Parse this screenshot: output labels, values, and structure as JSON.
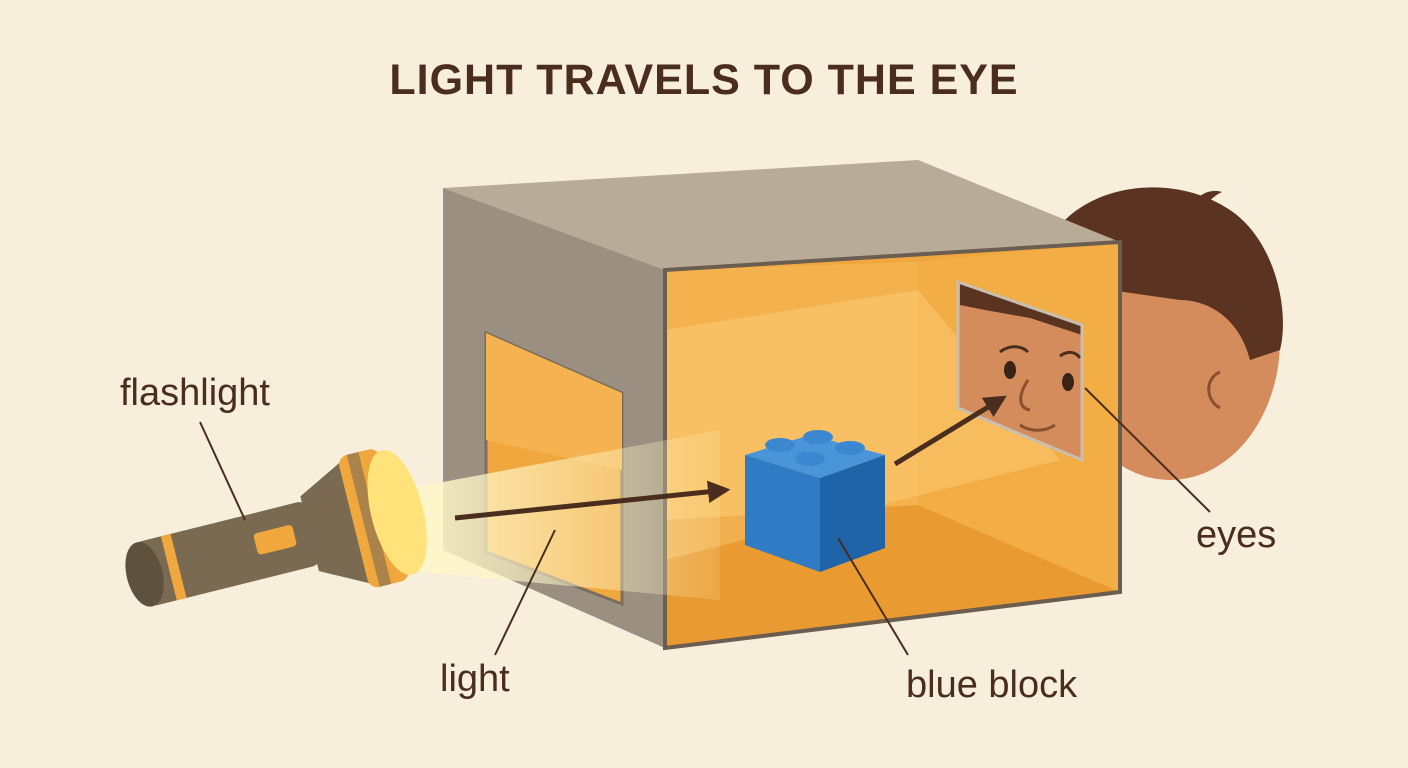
{
  "title": "LIGHT TRAVELS TO THE EYE",
  "labels": {
    "flashlight": "flashlight",
    "light": "light",
    "blue_block": "blue block",
    "eyes": "eyes"
  },
  "colors": {
    "background": "#f7efdc",
    "text": "#4a2d1c",
    "box_gray": "#9a8f80",
    "box_inside": "#f0a83e",
    "block_blue": "#2f7cc4",
    "hair": "#5a3420",
    "skin": "#d48c5c"
  }
}
